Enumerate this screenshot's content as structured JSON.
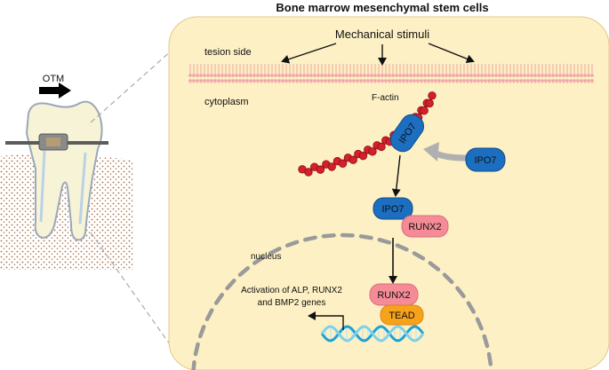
{
  "title": "Bone marrow mesenchymal stem cells",
  "otm_label": "OTM",
  "mechanical_stimuli": "Mechanical stimuli",
  "tension_side": "tesion side",
  "cytoplasm": "cytoplasm",
  "f_actin": "F-actin",
  "nucleus": "nucleus",
  "proteins": {
    "ipo7_bound": "IPO7",
    "ipo7_free": "IPO7",
    "ipo7_complex": "IPO7",
    "runx2_complex": "RUNX2",
    "runx2_nuclear": "RUNX2",
    "tead": "TEAD"
  },
  "activation_line1": "Activation of ALP, RUNX2",
  "activation_line2": "and BMP2 genes",
  "colors": {
    "cell_fill": "#fdf0c4",
    "ipo7": "#1c6fc0",
    "runx2": "#f48b96",
    "tead": "#f7a21b",
    "actin": "#d4202c",
    "dna_a": "#1ea2d6",
    "dna_b": "#7fd0e9"
  }
}
